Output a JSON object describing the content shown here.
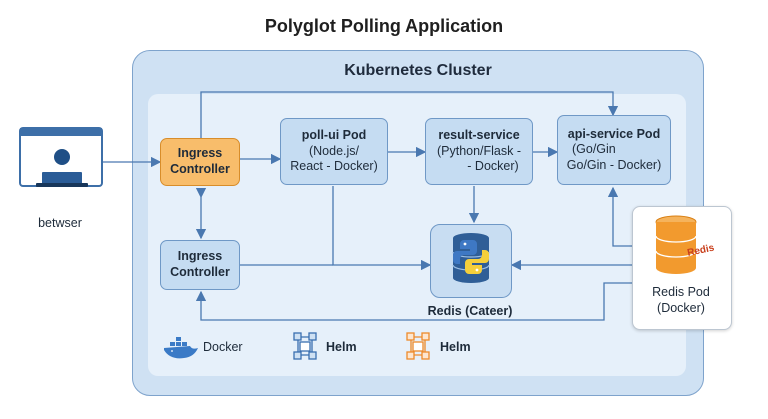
{
  "title": "Polyglot Polling Application",
  "cluster": {
    "label": "Kubernetes Cluster"
  },
  "browser": {
    "label": "betwser"
  },
  "nodes": {
    "ingress_top": {
      "line1": "Ingress",
      "line2": "Controller"
    },
    "ingress_bottom": {
      "line1": "Ingress",
      "line2": "Controller"
    },
    "poll_ui": {
      "title": "poll-ui Pod",
      "line1": "(Node.js/",
      "line2": "React - Docker)"
    },
    "result_service": {
      "title": "result-service",
      "line1": "(Python/Flask -",
      "line2": "- Docker)"
    },
    "api_service": {
      "title": "api-service Pod",
      "line1": "(Go/Gin",
      "line2": "Go/Gin - Docker)"
    }
  },
  "redis_center": {
    "label": "Redis (Cateer)"
  },
  "redis_pod": {
    "line1": "Redis Pod",
    "line2": "(Docker)",
    "icon_text": "Redis"
  },
  "legend": [
    {
      "label": "Docker",
      "icon": "docker-whale-icon"
    },
    {
      "label": "Helm",
      "icon": "helm-blue-icon"
    },
    {
      "label": "Helm",
      "icon": "helm-orange-icon"
    }
  ],
  "colors": {
    "cluster_bg": "#cfe1f3",
    "inner_bg": "#e6f0fa",
    "node_blue": "#c5dcf2",
    "node_orange": "#f8bd6b",
    "arrow": "#4a78b0",
    "redis_orange": "#f29a2e"
  }
}
